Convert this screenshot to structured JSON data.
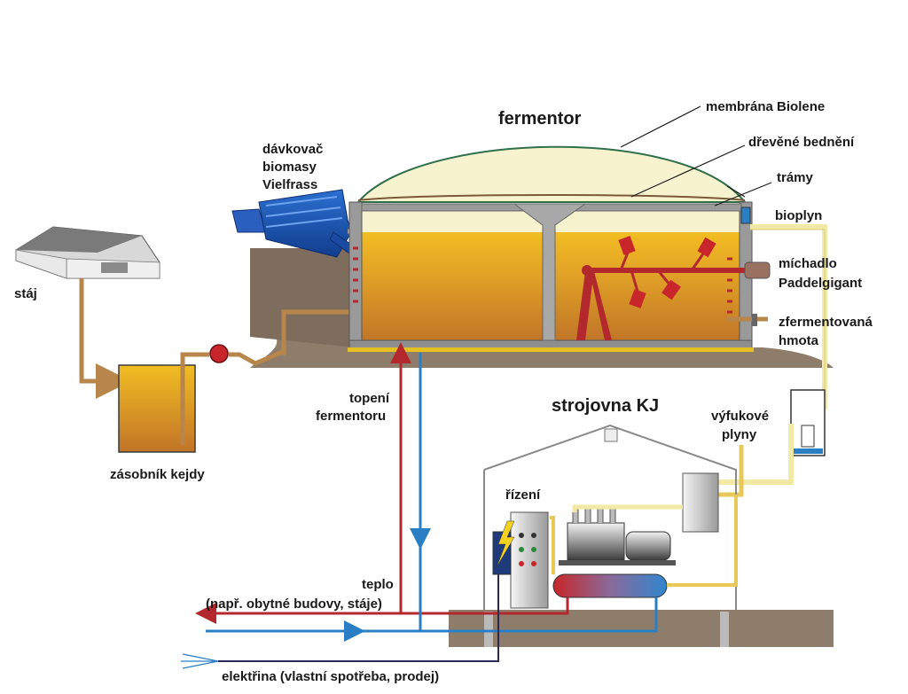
{
  "labels": {
    "fermentor": "fermentor",
    "membrane": "membrána Biolene",
    "wood_boarding": "dřevěné bednění",
    "beams": "trámy",
    "biogas": "bioplyn",
    "mixer": [
      "míchadlo",
      "Paddelgigant"
    ],
    "fermented_mass": [
      "zfermentovaná",
      "hmota"
    ],
    "doser": [
      "dávkovač",
      "biomasy",
      "Vielfrass"
    ],
    "stable": "stáj",
    "slurry_tank": "zásobník kejdy",
    "fermentor_heating": [
      "topení",
      "fermentoru"
    ],
    "engine_room": "strojovna KJ",
    "exhaust": [
      "výfukové",
      "plyny"
    ],
    "control": "řízení",
    "heat": [
      "teplo",
      "(např. obytné budovy, stáje)"
    ],
    "electricity": "elektřina (vlastní spotřeba, prodej)"
  },
  "colors": {
    "pipe_slurry": "#b8864a",
    "pipe_biogas": "#f3e9a6",
    "pipe_heat_hot": "#b3282d",
    "pipe_heat_cold": "#2a7fc4",
    "pipe_exhaust": "#e9c85a",
    "electric_line": "#2a2a55",
    "ground": "#8f7d6b",
    "substrate_top": "#f0b81f",
    "substrate_bottom": "#c27a25",
    "gas_space": "#f8f3cf"
  }
}
